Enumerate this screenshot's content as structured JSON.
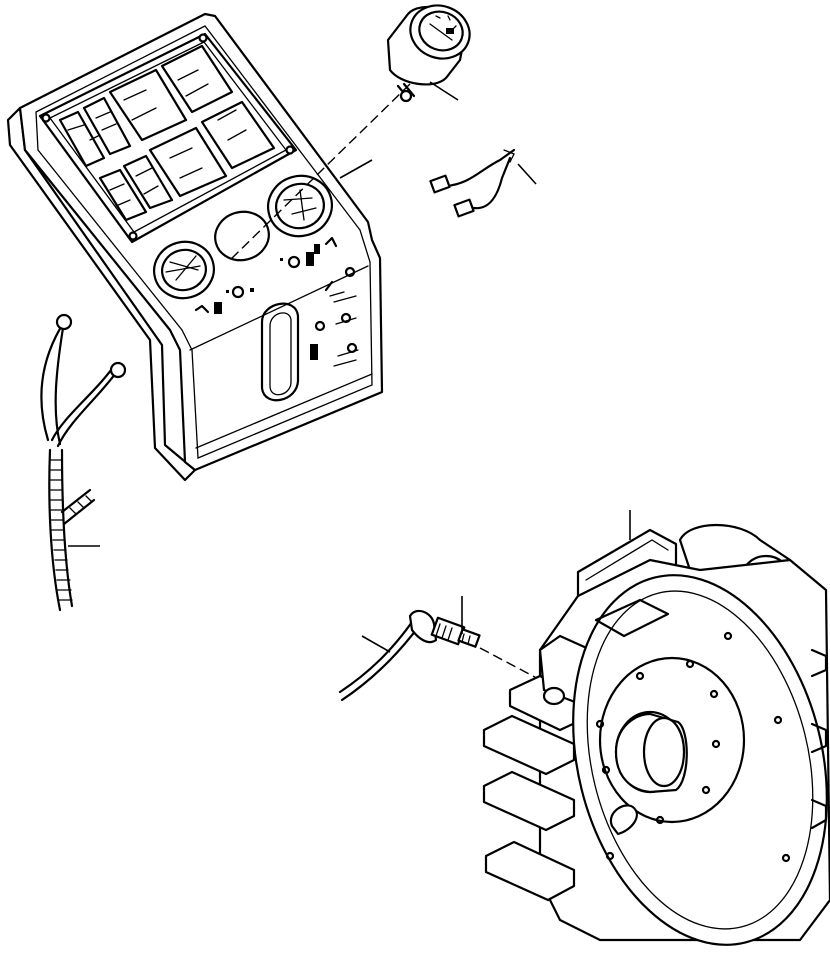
{
  "diagram": {
    "parts": [
      {
        "id": "instrument-panel"
      },
      {
        "id": "tachometer-gauge"
      },
      {
        "id": "gauge-wire-lead"
      },
      {
        "id": "wiring-harness"
      },
      {
        "id": "flywheel-housing"
      },
      {
        "id": "speed-sensor"
      }
    ],
    "colors": {
      "line": "#000000",
      "background": "#ffffff"
    }
  }
}
